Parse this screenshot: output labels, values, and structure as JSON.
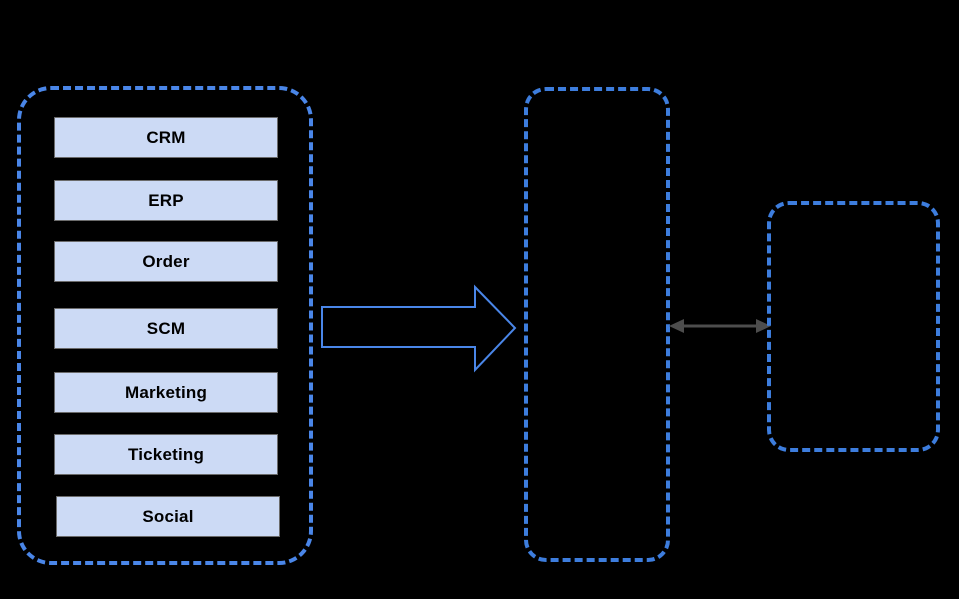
{
  "diagram": {
    "background_color": "#000000",
    "accent_color": "#4a86e8",
    "box_fill_color": "#ccdaf5",
    "arrow_gray_color": "#4d4d4d",
    "source_group": {
      "name": "source-systems-group",
      "items": [
        {
          "label": "CRM"
        },
        {
          "label": "ERP"
        },
        {
          "label": "Order"
        },
        {
          "label": "SCM"
        },
        {
          "label": "Marketing"
        },
        {
          "label": "Ticketing"
        },
        {
          "label": "Social"
        }
      ]
    },
    "middle_group": {
      "name": "middle-group",
      "label": ""
    },
    "right_group": {
      "name": "right-group",
      "label": ""
    },
    "connectors": [
      {
        "name": "block-arrow",
        "type": "block-arrow-right",
        "from": "source-systems-group",
        "to": "middle-group",
        "color": "#4a86e8",
        "filled": false
      },
      {
        "name": "bidirectional-arrow",
        "type": "double-headed-arrow",
        "from": "middle-group",
        "to": "right-group",
        "color": "#4d4d4d",
        "filled": true
      }
    ]
  }
}
